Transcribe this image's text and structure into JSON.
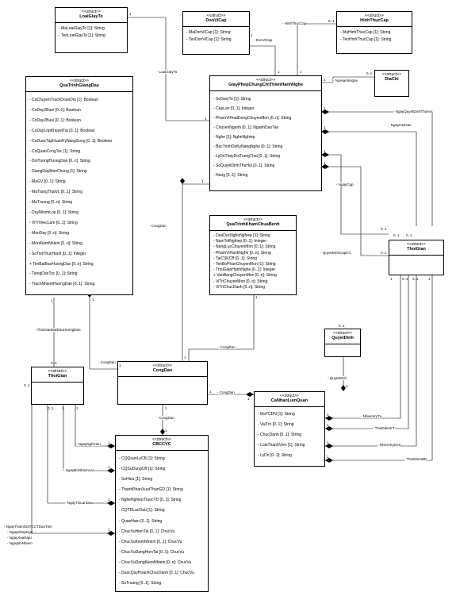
{
  "stereotype": "<<struct>>",
  "classes": {
    "loai_giay_to": {
      "name": "LoaiGiayTo",
      "attrs": [
        "- MaLoaiGiayTo [1]: String",
        "- TenLoaiGiayTo [1]: String"
      ]
    },
    "don_vi_cap": {
      "name": "DonViCap",
      "attrs": [
        "- MaDonViCap [1]: String",
        "- TenDonViCap [1]: String"
      ]
    },
    "hinh_thuc_cap": {
      "name": "HinhThucCap",
      "attrs": [
        "- MaHinhThucCap [1]: String",
        "- TenHinhThucCap [1]: String"
      ]
    },
    "giay_phep": {
      "name": "GiayPhepChungChiThienHanhNghe",
      "attrs": [
        "- SoGiayTo [1]: String",
        "- CapLan [0..1]: Integer",
        "- PhamViHoatDongChuyenMon [0..n]: String",
        "- ChuyenNganh [0..1]: NganhDaoTao",
        "- Nghe [1]: NgheNghiep",
        "- BacTrinhDoKyNangNghe [0..1]: String",
        "- LyDoThayDoiTrangThai [0..1]: String",
        "- SoQuyetDinhThuHoi [0..1]: String",
        "- Hang [0..1]: String"
      ]
    },
    "dia_chi": {
      "name": "DiaChi",
      "attrs": []
    },
    "qua_trinh_giang_day": {
      "name": "QuaTrinhGiangDay",
      "attrs": [
        "- CoChuyenTrachDoanDoi [1]: Boolean",
        "- CoDay2Buoi [0..1]: Boolean",
        "- CoDay2Buoi [0..1]: Boolean",
        "- CoDayLopKhuyetTat [0..1]: Boolean",
        "- CoDuocTapHuanKyNangSong [0..1]: Boolean",
        "- CoQuanCongTac [1]: String",
        "- DoiTuongHuongDan [0..n]: String",
        "- GiangDayMonChung [1]: String",
        "- MaGV [0..1]: String",
        "- MaTrangThaiVL [0..1]: String",
        "- MaTruong [0..n]: String",
        "- DayNhomLop [0..1]: String",
        "- ViTriViecLam [0..1]: String",
        "- MonDay [0..n]: String",
        "- MonKiemNhiem [0..n]: String",
        "- SoTietThucHanh [0..1]: Integer",
        "+ TenBaiBaoHuongDan [0..n]: String",
        "- TiengDanToc [0..1]: String",
        "- TrachNhiemHuongDan [0..1]: String"
      ]
    },
    "qua_trinh_kham_chua_benh": {
      "name": "QuaTrinhKhamChuaBenh",
      "attrs": [
        "- DaoDucNgheNghiep [1]: String",
        "- NamTotNghiep [0..1]: Integer",
        "- NangLucChuyenMon [0..1]: String",
        "- PhamViHanhNghe [0..n]: String",
        "- TaiCSKCB [0..1]: String",
        "- TenBoPhanChuyenMon [1]: String",
        "- ThoiGianHanhNghe [0..1]: Integer",
        "+ VanBangChuyenMon [0..n]: String",
        "- ViTriChuyenMon [0..n]: String",
        "- ViTriChucDanh [0..n]: String"
      ]
    },
    "thoi_gian_right": {
      "name": "ThoiGian",
      "attrs": []
    },
    "quyet_dinh": {
      "name": "QuyetDinh",
      "attrs": []
    },
    "thoi_gian_left": {
      "name": "ThoiGian",
      "attrs": []
    },
    "cong_dan": {
      "name": "CongDan",
      "attrs": []
    },
    "ca_nhan_lien_quan": {
      "name": "CaNhanLienQuan",
      "attrs": [
        "- MaTCDN [1]: String",
        "- VaiTro [0..1]: String",
        "- ChucDanh [0..1]: String",
        "- LoaiThanhVien [1]: String",
        "- LyDo [0..1]: String"
      ]
    },
    "cbccvc": {
      "name": "CBCCVC",
      "attrs": [
        "- CQQuanLyCB [1]: String",
        "- CQSuDungCB [1]: String",
        "- SoHieu [1]: String",
        "- ThanhPhanXuatThanGD [1]: String",
        "- NgheNghiepTruocTD [0..1]: String",
        "- CQTDLanDau [1]: String",
        "- QuanHam [0..1]: String",
        "- ChucVuHienTai [0..1]: ChucVu",
        "- ChucVuKiemNhiem [0..1]: ChucVu",
        "- ChucVuDangHienTai [0..1]: ChucVu",
        "- ChucVuDangKiemNhiem [0..n]: ChucVu",
        "- DuocQuyHoachChucDanh [0..1]: ChucVu",
        "- SoTruong [0..1]: String"
      ]
    }
  },
  "relations": {
    "loai_giay_to": "- LoaiGiayTo",
    "don_vi_cap": "- DonViCap",
    "hinh_thuc_cap": "- HinhThucCap",
    "noi_hanh_nghe": "- NoiHanhNghe",
    "ngay_quyet_dinh_thu_hoi": "- NgayQuyetDinhThuHoi",
    "ngay_het_han": "- NgayHetHan",
    "ngay_cap": "- NgayCap",
    "quyet_dinh_cap_cc": "- QuyetDinhCapCC",
    "cong_dan_1": "- CongDan",
    "cong_dan_2": "- CongDan",
    "cong_dan_3": "- CongDan",
    "cong_dan_4": "- CongDan",
    "cong_dan_5": "- CongDan",
    "thoi_gian_bat_dau_huong_dan": "- ThoiGianBatDauHuongDan",
    "quyet_dinh": "- QuyetDinh",
    "nhiem_ky_tu": "- NhiemKyTu",
    "thoi_diem_kt": "- ThoiDiemKT",
    "nhiem_ky_den": "- NhiemKyDen",
    "thoi_diem_bd": "- ThoiDiemBD",
    "ngay_nghi_huu": "- NgayNghiHuu",
    "ngay_bo_nhiem_lai": "- NgayBoNhiemLai",
    "ngay_td_lan_dau": "- NgayTDLanDau",
    "ngay_tham_gia": "- NgayThamGiaTCCTDauTien",
    "ngay_nhap_ngu": "- NgayNhapNgu",
    "ngay_xuat_ngu": "- NgayXuatNgu",
    "ngay_bo_nhiem": "- NgayBoNhiem"
  },
  "multiplicities": {
    "one": "1",
    "zero_one": "0..1",
    "zero_n": "0..n"
  }
}
